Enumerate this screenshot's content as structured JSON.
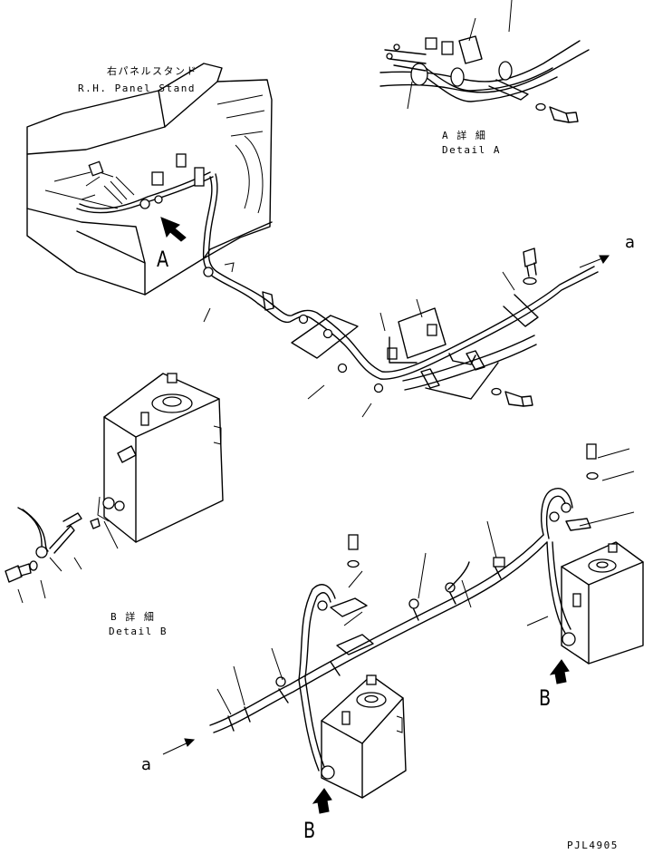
{
  "labels": {
    "panel_stand_jp": "右パネルスタンド",
    "panel_stand_en": "R.H. Panel Stand",
    "detail_a_jp": "A 詳 細",
    "detail_a_en": "Detail A",
    "detail_b_jp": "B 詳 細",
    "detail_b_en": "Detail B",
    "arrow_a": "A",
    "arrow_b_upper": "B",
    "arrow_b_lower": "B",
    "cont_a_upper": "a",
    "cont_a_lower": "a",
    "drawing_code": "PJL4905"
  }
}
